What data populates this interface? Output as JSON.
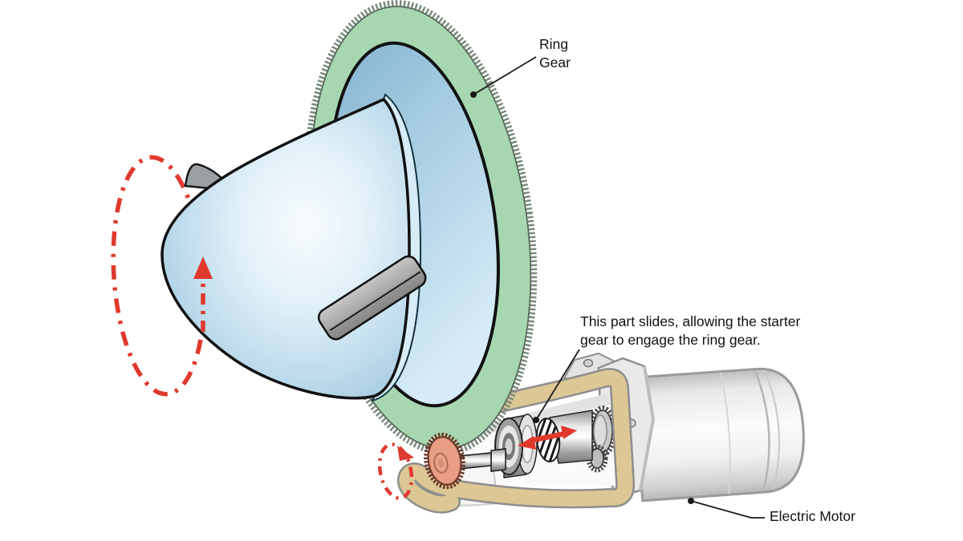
{
  "figure": {
    "description": "Cutaway technical illustration of an electric starter motor whose sliding starter gear engages the ring gear on a propeller spinner flywheel"
  },
  "labels": {
    "ring_gear": {
      "line1": "Ring",
      "line2": "Gear"
    },
    "slider_note": {
      "line1": "This part slides, allowing the starter",
      "line2": "gear to engage the ring gear."
    },
    "electric_motor": {
      "text": "Electric Motor"
    }
  },
  "annotations": {
    "flywheel_rotation_arrow": "dash-dot ellipse with arrowhead showing flywheel rotation",
    "slide_arrow": "double-headed arrow showing axial sliding of starter gear",
    "pinion_rotation_arrow": "small dash-dot ellipse with arrowhead showing pinion rotation"
  },
  "colors": {
    "background": "#ffffff",
    "ring_gear_green": "#a7d7b0",
    "flywheel_blue": "#a9cfe3",
    "bracket_tan": "#dcc795",
    "pinion_salmon": "#e89d85",
    "motor_gray": "#ededed",
    "arrow_red": "#e0392d",
    "outline": "#1a1a1a"
  }
}
